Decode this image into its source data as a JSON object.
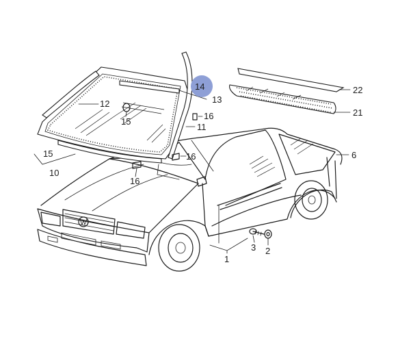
{
  "diagram": {
    "highlight_color": "#8e9fd6",
    "ink_color": "#1a1a1a",
    "labels": {
      "p1": "1",
      "p2": "2",
      "p3": "3",
      "p6": "6",
      "p10": "10",
      "p11": "11",
      "p12": "12",
      "p13": "13",
      "p14": "14",
      "p15a": "15",
      "p15b": "15",
      "p16a": "16",
      "p16b": "16",
      "p16c": "16",
      "p21": "21",
      "p22": "22"
    }
  }
}
